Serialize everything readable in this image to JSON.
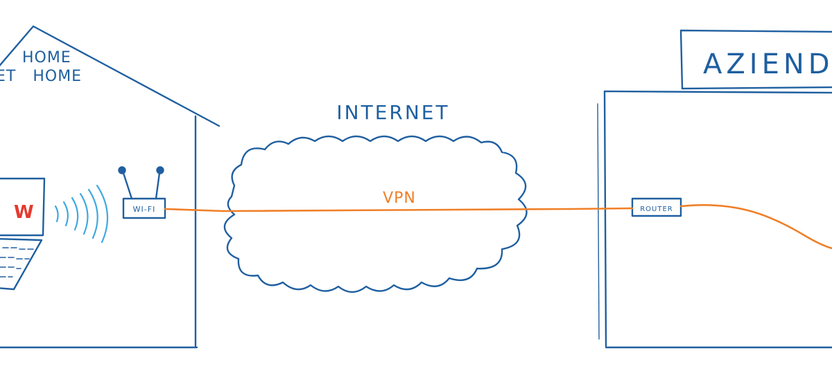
{
  "colors": {
    "ink": "#1f5fa0",
    "vpn": "#f07f27",
    "wifi": "#3fa9e0",
    "screen": "#e63a2e"
  },
  "house": {
    "line1": "HOME",
    "line2": "ET HOME",
    "screen_text": "W"
  },
  "router_home": {
    "label": "WI-FI"
  },
  "internet": {
    "label": "INTERNET"
  },
  "vpn": {
    "label": "VPN"
  },
  "company": {
    "label": "AZIEND",
    "router_label": "ROUTER"
  }
}
